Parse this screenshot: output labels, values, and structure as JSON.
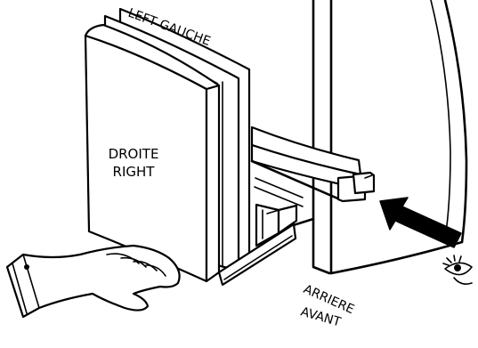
{
  "labels": {
    "left_top": "LEFT GAUCHE",
    "front_line1": "DROITE",
    "front_line2": "RIGHT",
    "bottom_line1": "ARRIERE",
    "bottom_line2": "AVANT"
  },
  "colors": {
    "ink": "#000000",
    "paper": "#ffffff"
  },
  "icons": [
    "hand-icon",
    "eye-icon",
    "arrow-icon"
  ]
}
